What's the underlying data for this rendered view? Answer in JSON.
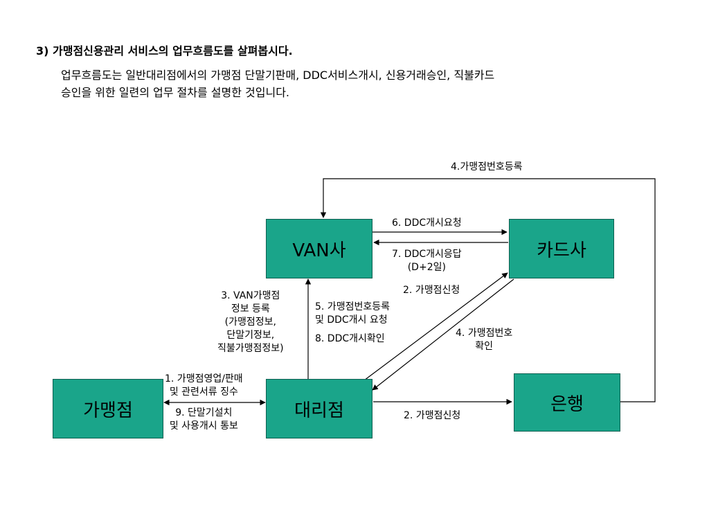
{
  "heading": "3) 가맹점신용관리 서비스의  업무흐름도를 살펴봅시다.",
  "description": [
    "업무흐름도는 일반대리점에서의 가맹점 단말기판매, DDC서비스개시, 신용거래승인, 직불카드",
    "승인을 위한 일련의 업무 절차를 설명한  것입니다."
  ],
  "nodes": {
    "van": "VAN사",
    "card": "카드사",
    "merchant": "가맹점",
    "agency": "대리점",
    "bank": "은행"
  },
  "edges": {
    "bank_to_van": "4.가맹점번호등록",
    "van_to_card": "6. DDC개시요청",
    "card_to_van": [
      "7. DDC개시응답",
      "(D+2일)"
    ],
    "agency_to_card": "2. 가맹점신청",
    "card_to_agency": [
      "4. 가맹점번호",
      "확인"
    ],
    "agency_to_van": [
      "3. VAN가맹점",
      "정보 등록",
      "(가맹점정보,",
      "단말기정보,",
      "직불가맹점정보)"
    ],
    "van_to_agency": [
      "5. 가맹점번호등록",
      "및  DDC개시 요청",
      "8. DDC개시확인"
    ],
    "merchant_agency": [
      "1. 가맹점영업/판매",
      "및 관련서류 징수",
      "9. 단말기설치",
      "및 사용개시 통보"
    ],
    "agency_to_bank": "2. 가맹점신청"
  },
  "colors": {
    "box_fill": "#1aa58a",
    "line": "#000000"
  }
}
